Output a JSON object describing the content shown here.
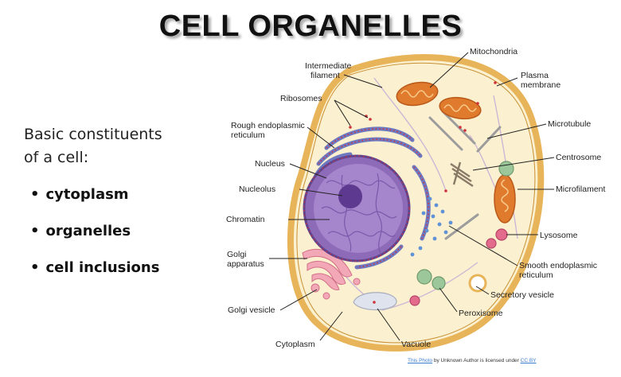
{
  "title": "CELL ORGANELLES",
  "intro": {
    "line1": "Basic constituents",
    "line2": "of a cell:"
  },
  "bullets": [
    {
      "label": "cytoplasm"
    },
    {
      "label": "organelles"
    },
    {
      "label": "cell inclusions"
    }
  ],
  "diagram_labels": {
    "mitochondria": "Mitochondria",
    "intermediate_filament_1": "Intermediate",
    "intermediate_filament_2": "filament",
    "plasma_membrane_1": "Plasma",
    "plasma_membrane_2": "membrane",
    "ribosomes": "Ribosomes",
    "rough_er_1": "Rough endoplasmic",
    "rough_er_2": "reticulum",
    "microtubule": "Microtubule",
    "centrosome": "Centrosome",
    "nucleus": "Nucleus",
    "nucleolus": "Nucleolus",
    "microfilament": "Microfilament",
    "chromatin": "Chromatin",
    "lysosome": "Lysosome",
    "golgi_apparatus_1": "Golgi",
    "golgi_apparatus_2": "apparatus",
    "smooth_er_1": "Smooth endoplasmic",
    "smooth_er_2": "reticulum",
    "secretory_vesicle": "Secretory vesicle",
    "golgi_vesicle": "Golgi vesicle",
    "peroxisome": "Peroxisome",
    "cytoplasm": "Cytoplasm",
    "vacuole": "Vacuole"
  },
  "attribution": {
    "link1": "This Photo",
    "middle": " by Unknown Author is licensed under ",
    "link2": "CC BY"
  },
  "colors": {
    "membrane": "#e8b45a",
    "cytoplasm": "#fbf0cf",
    "nucleus": "#8e6bb8",
    "nucleolus": "#5d3a8f",
    "rough_er": "#6d78c0",
    "mitochondria": "#e07b2e",
    "golgi": "#f3a8b8",
    "lysosome": "#e36b8b",
    "peroxisome": "#9cc79a",
    "vacuole": "#dfe3ee"
  }
}
